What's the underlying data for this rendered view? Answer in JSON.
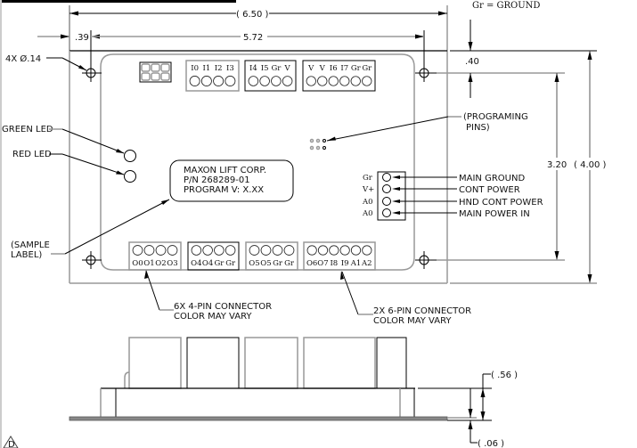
{
  "note": "Gr = GROUND",
  "dimensions": {
    "overall_width": "( 6.50 )",
    "hole_spacing_width": "5.72",
    "edge_offset_x": ".39",
    "edge_offset_y": ".40",
    "hole_spacing_height": "3.20",
    "overall_height": "( 4.00 )",
    "hole_callout": "4X Ø.14",
    "side_height": "( .56 )",
    "plate_thickness": "( .06 )"
  },
  "callouts": {
    "green_led": "GREEN LED",
    "red_led": "RED LED",
    "sample_label_1": "(SAMPLE",
    "sample_label_2": "LABEL)",
    "programing_pins_1": "(PROGRAMING",
    "programing_pins_2": "PINS)",
    "four_pin_1": "6X 4-PIN CONNECTOR",
    "four_pin_2": "COLOR MAY VARY",
    "six_pin_1": "2X 6-PIN CONNECTOR",
    "six_pin_2": "COLOR MAY VARY",
    "main_ground": "MAIN GROUND",
    "cont_power": "CONT POWER",
    "hnd_cont_power": "HND CONT POWER",
    "main_power_in": "MAIN POWER IN"
  },
  "label": {
    "line1": "MAXON LIFT CORP.",
    "line2": "P/N 268289-01",
    "line3": "PROGRAM V: X.XX"
  },
  "top_connectors": [
    {
      "pins": [
        "I0",
        "I1",
        "I2",
        "I3"
      ]
    },
    {
      "pins": [
        "I4",
        "I5",
        "Gr",
        "V"
      ]
    },
    {
      "pins": [
        "V",
        "V",
        "I6",
        "I7",
        "Gr",
        "Gr"
      ]
    }
  ],
  "bottom_connectors": [
    {
      "pins": [
        "O0",
        "O1",
        "O2",
        "O3"
      ]
    },
    {
      "pins": [
        "O4",
        "O4",
        "Gr",
        "Gr"
      ]
    },
    {
      "pins": [
        "O5",
        "O5",
        "Gr",
        "Gr"
      ]
    },
    {
      "pins": [
        "O6",
        "O7",
        "I8",
        "I9",
        "A1",
        "A2"
      ]
    }
  ],
  "power_terminal": {
    "pins": [
      "Gr",
      "V+",
      "A0",
      "A0"
    ]
  },
  "revision_mark": "D"
}
